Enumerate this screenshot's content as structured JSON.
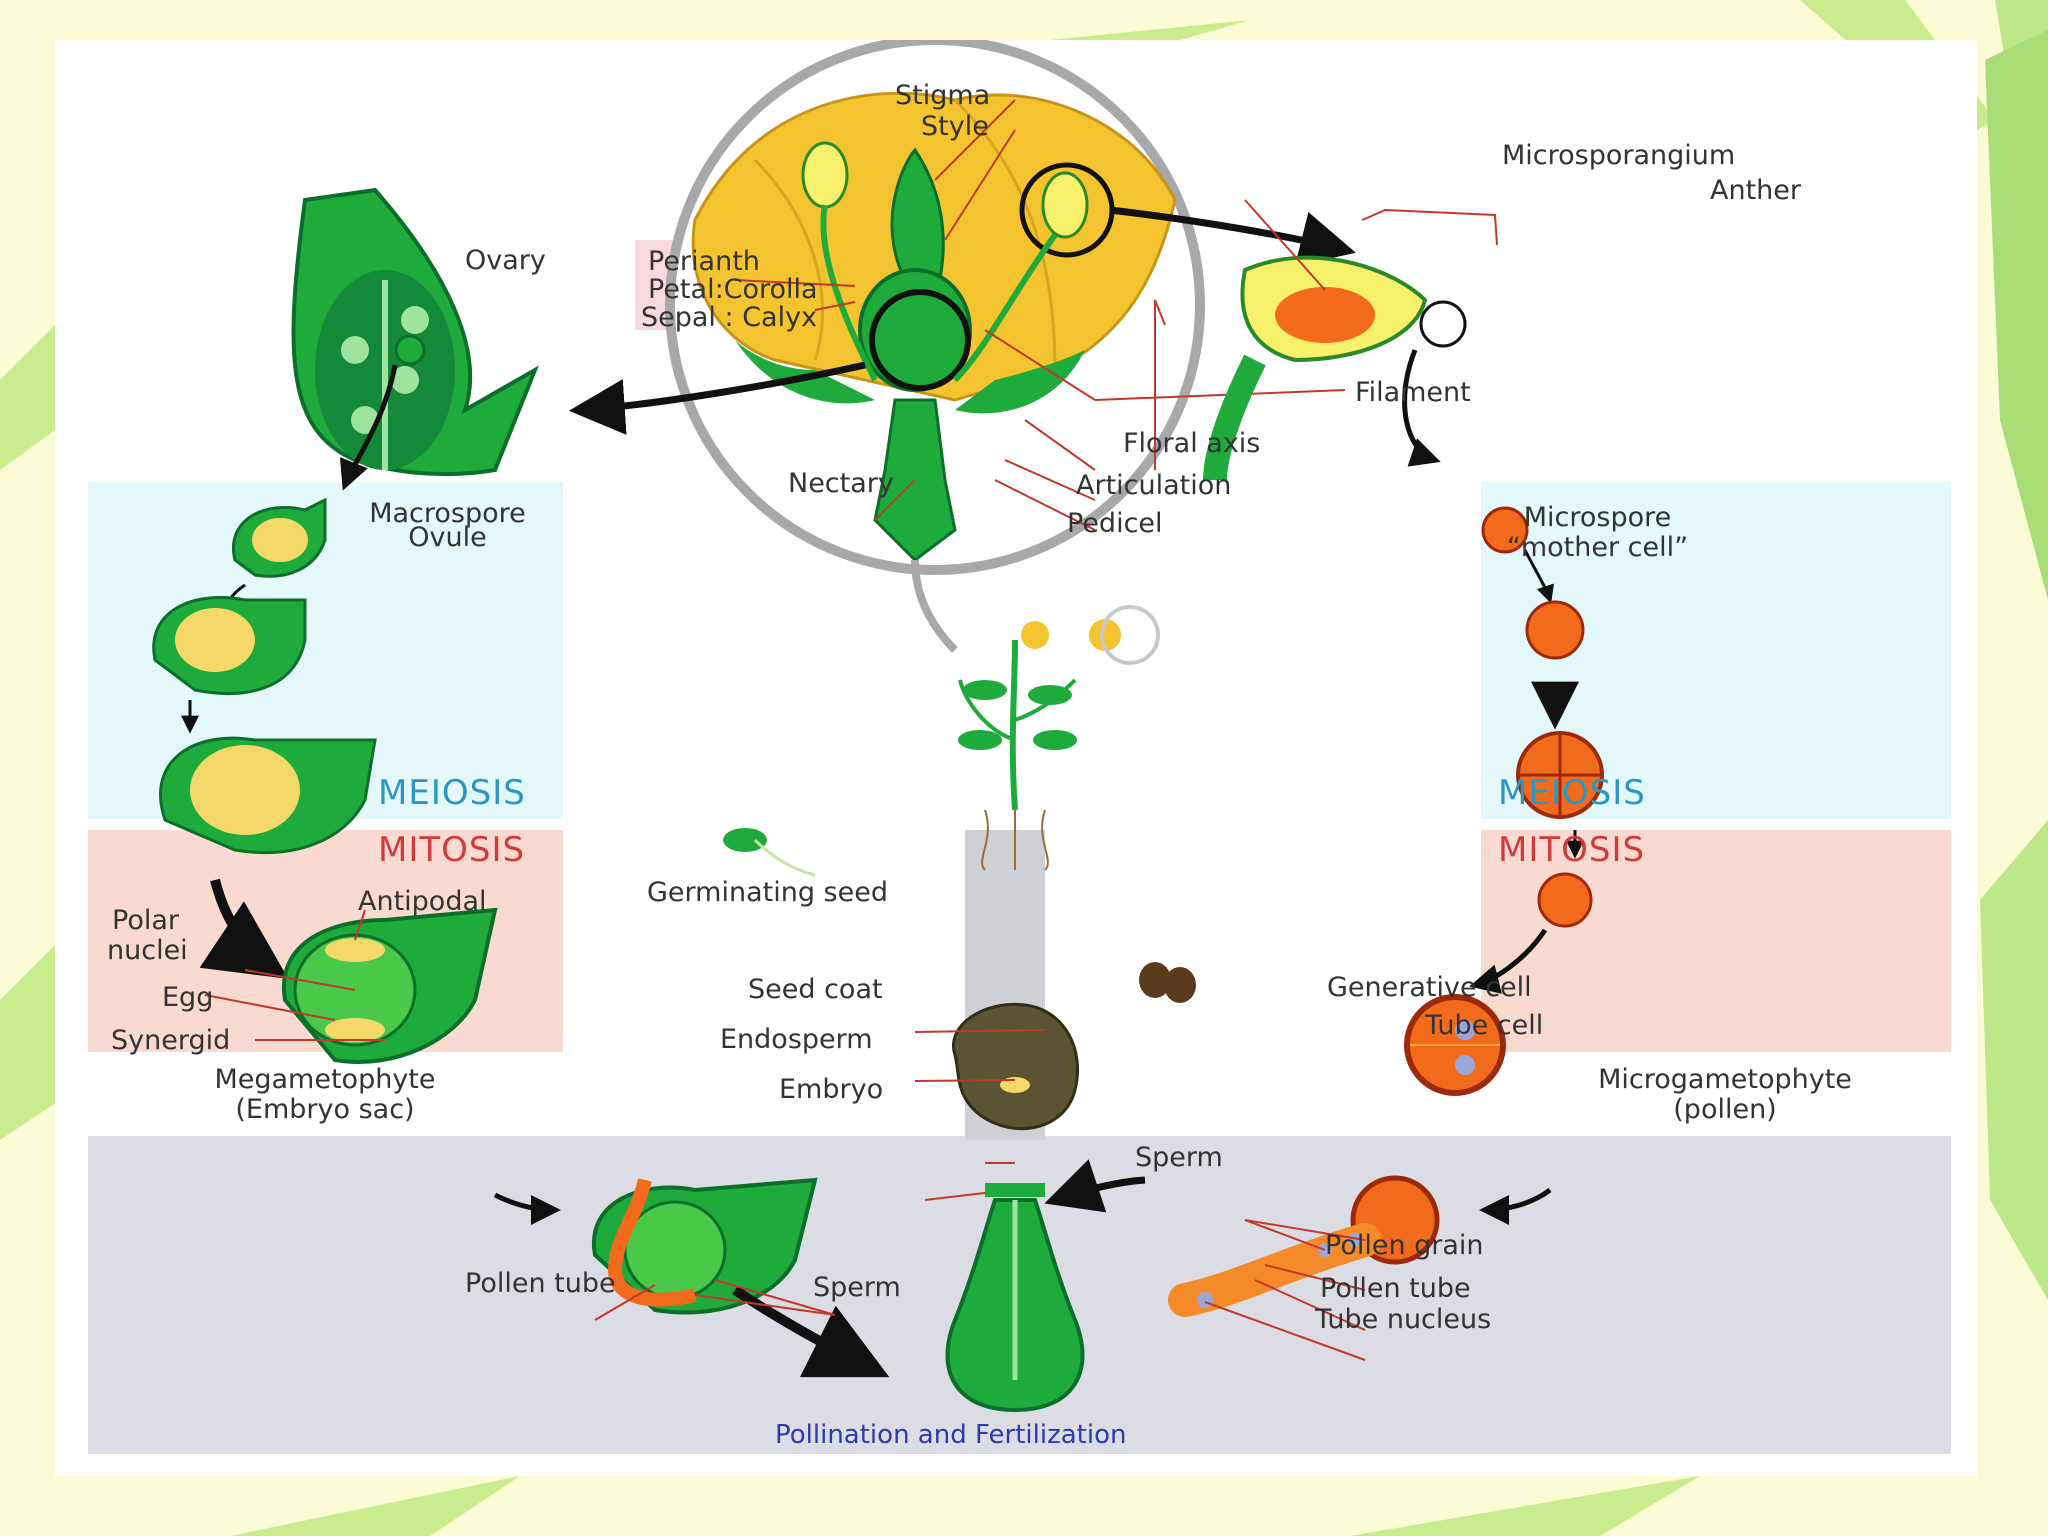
{
  "flower": {
    "stigma": "Stigma",
    "style": "Style",
    "perianth": "Perianth",
    "petal": "Petal:Corolla",
    "sepal": "Sepal : Calyx",
    "filament": "Filament",
    "floral_axis": "Floral axis",
    "articulation": "Articulation",
    "nectary": "Nectary",
    "pedicel": "Pedicel"
  },
  "female": {
    "ovary": "Ovary",
    "macrospore": "Macrospore",
    "ovule": "Ovule",
    "meiosis": "MEIOSIS",
    "mitosis": "MITOSIS",
    "antipodal": "Antipodal",
    "polar": "Polar",
    "nuclei": "nuclei",
    "egg": "Egg",
    "synergid": "Synergid",
    "megagametophyte": "Megametophyte",
    "embryo_sac": "(Embryo sac)"
  },
  "male": {
    "microsporangium": "Microsporangium",
    "anther": "Anther",
    "microspore": "Microspore",
    "mother_cell": "“mother cell”",
    "meiosis": "MEIOSIS",
    "mitosis": "MITOSIS",
    "generative": "Generative cell",
    "tube_cell": "Tube cell",
    "microgametophyte": "Microgametophyte",
    "pollen": "(pollen)"
  },
  "seed": {
    "germinating": "Germinating seed",
    "seed_coat": "Seed coat",
    "endosperm": "Endosperm",
    "embryo": "Embryo"
  },
  "fertilization": {
    "pollen_tube_left": "Pollen tube",
    "sperm_left": "Sperm",
    "sperm_top": "Sperm",
    "pollen_grain": "Pollen grain",
    "pollen_tube_right": "Pollen tube",
    "tube_nucleus": "Tube nucleus",
    "caption": "Pollination and Fertilization"
  },
  "colors": {
    "page_bg": "#fbfbd6",
    "green": "#1faa3c",
    "dark_green": "#0b6e2a",
    "petal_yellow": "#f4c430",
    "orange": "#f26b1d",
    "meiosis_panel": "#e4f8fc",
    "mitosis_panel": "#f9dad0",
    "fertilization_panel": "#dcdce4"
  }
}
